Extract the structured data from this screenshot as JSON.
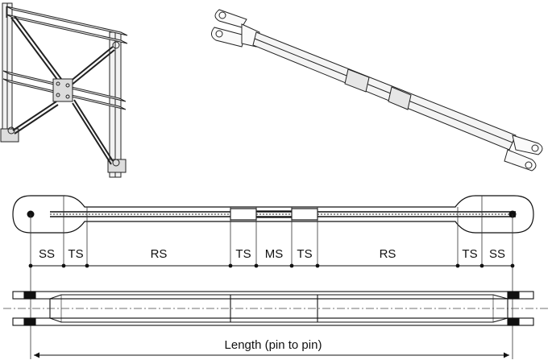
{
  "segments": [
    {
      "id": "ss-left",
      "label": "SS"
    },
    {
      "id": "ts-1",
      "label": "TS"
    },
    {
      "id": "rs-left",
      "label": "RS"
    },
    {
      "id": "ts-2",
      "label": "TS"
    },
    {
      "id": "ms",
      "label": "MS"
    },
    {
      "id": "ts-3",
      "label": "TS"
    },
    {
      "id": "rs-right",
      "label": "RS"
    },
    {
      "id": "ts-4",
      "label": "TS"
    },
    {
      "id": "ss-right",
      "label": "SS"
    }
  ],
  "length_label": "Length (pin to pin)"
}
